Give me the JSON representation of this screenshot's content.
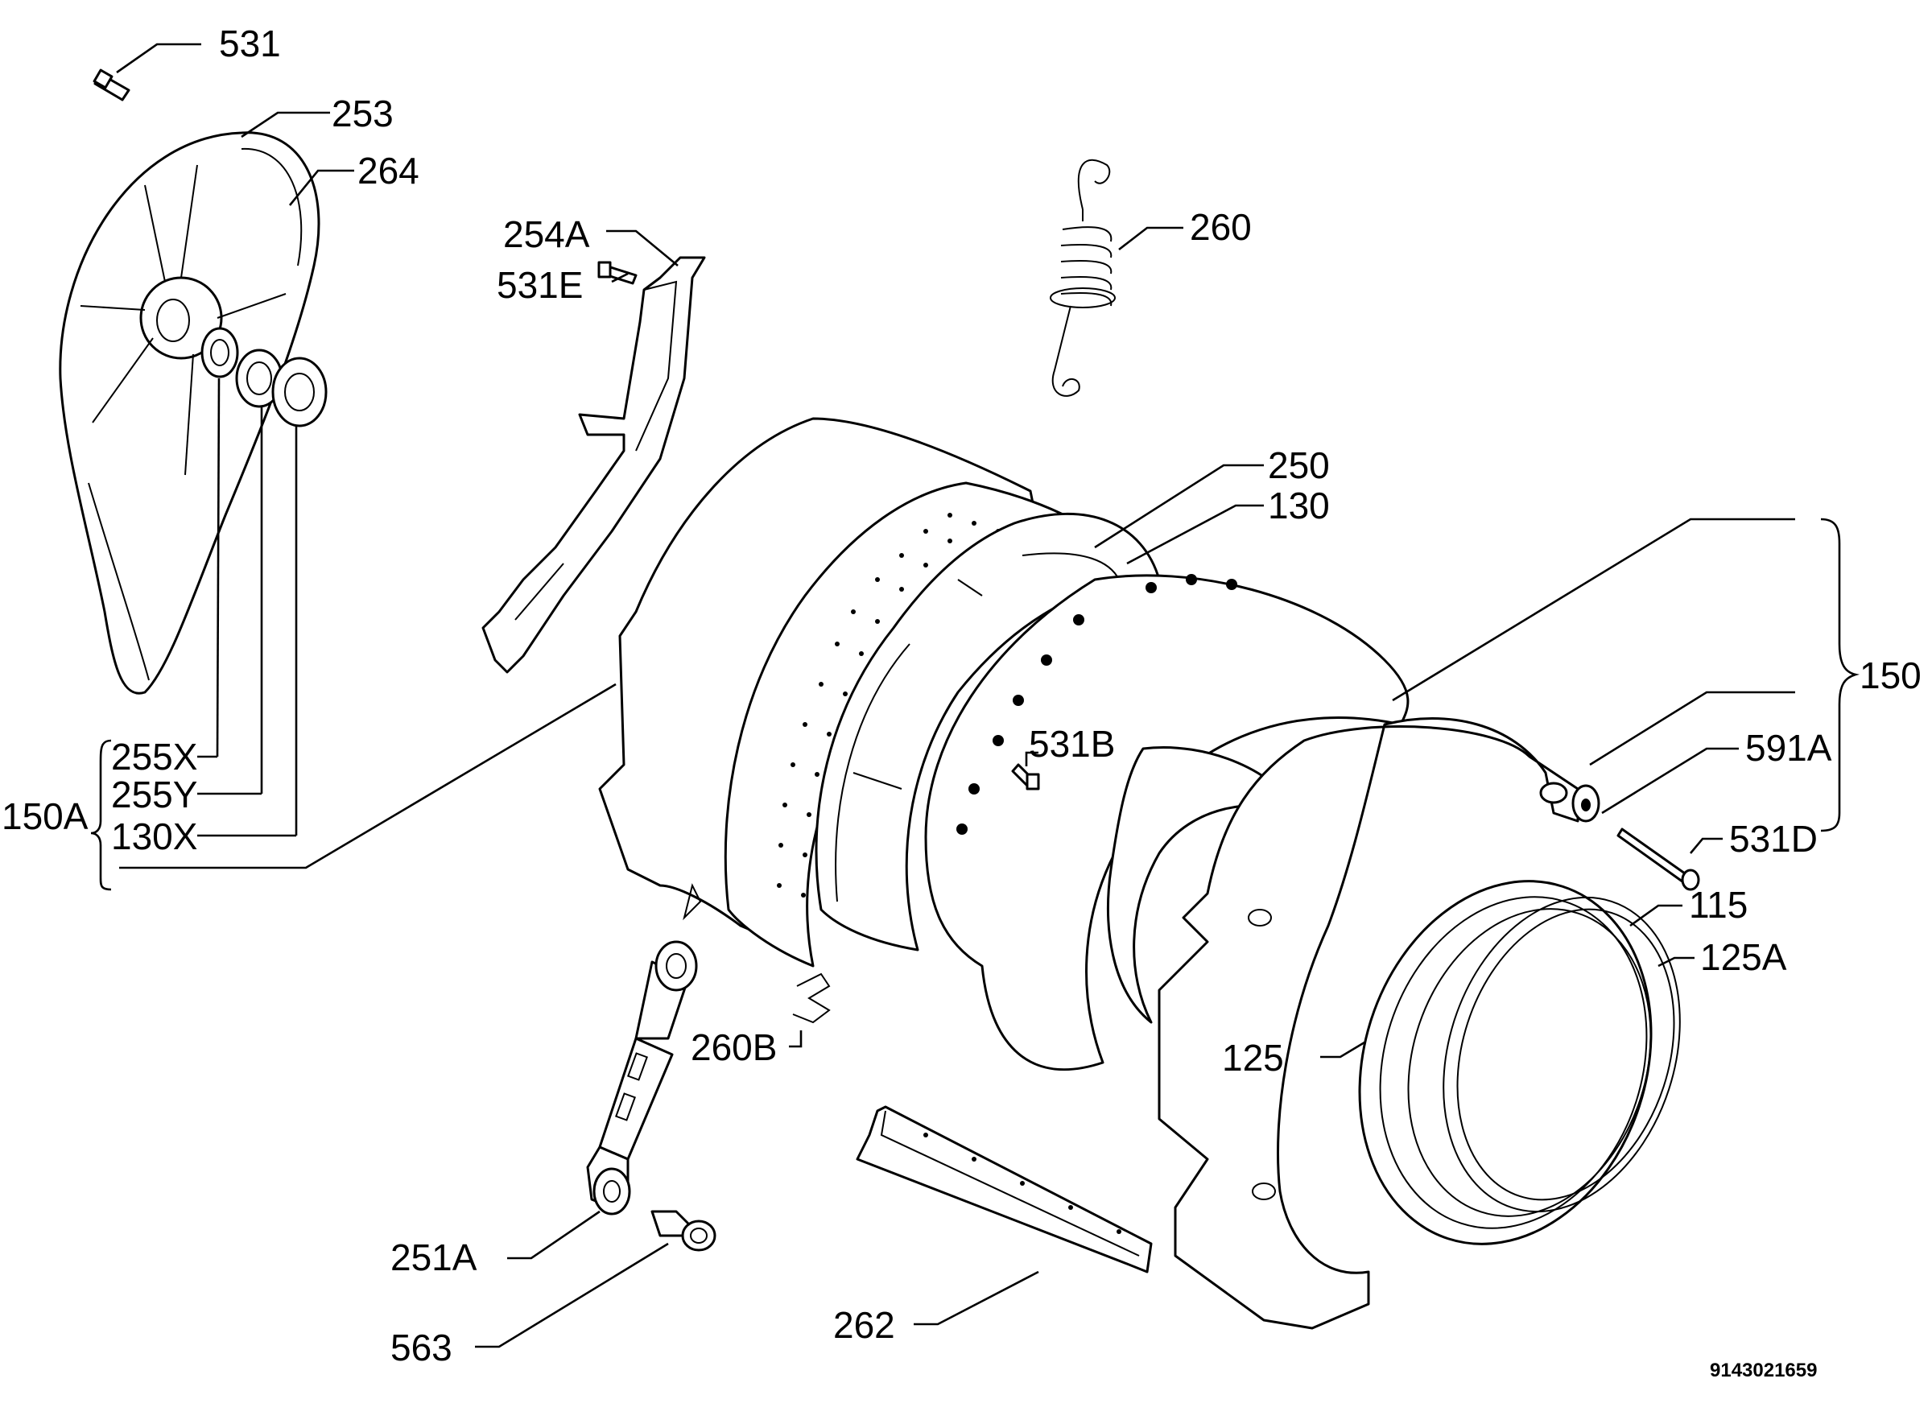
{
  "labels": {
    "p531": "531",
    "p253": "253",
    "p264": "264",
    "p254A": "254A",
    "p531E": "531E",
    "p260": "260",
    "p250": "250",
    "p130": "130",
    "p150": "150",
    "p531B": "531B",
    "p591A": "591A",
    "p531D": "531D",
    "p115": "115",
    "p125A": "125A",
    "p125": "125",
    "p255X": "255X",
    "p255Y": "255Y",
    "p130X": "130X",
    "p150A": "150A",
    "p260B": "260B",
    "p251A": "251A",
    "p563": "563",
    "p262": "262"
  },
  "drawing_code": "9143021659"
}
